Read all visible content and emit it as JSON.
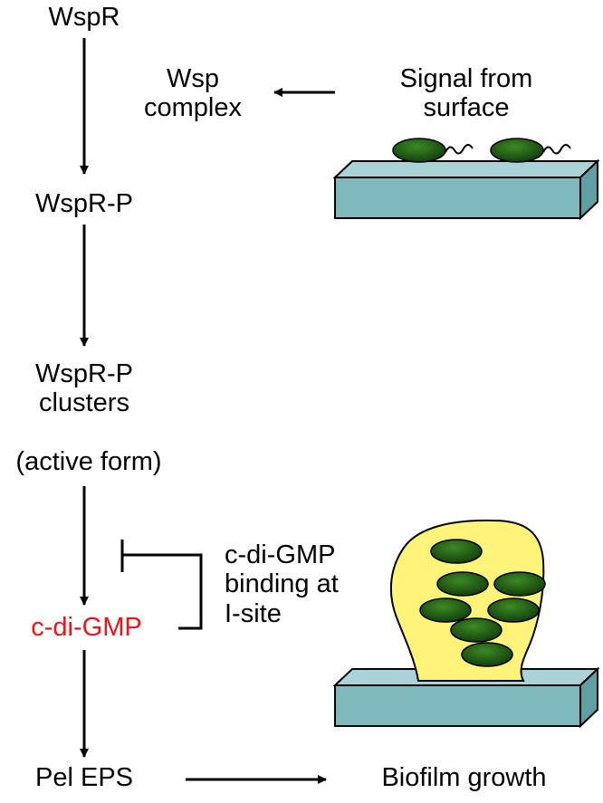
{
  "nodes": {
    "wspr": "WspR",
    "wsp_complex_line1": "Wsp",
    "wsp_complex_line2": "complex",
    "signal_line1": "Signal from",
    "signal_line2": "surface",
    "wspr_p": "WspR-P",
    "clusters_line1": "WspR-P",
    "clusters_line2": "clusters",
    "active_form": "(active form)",
    "inhibition_line1": "c-di-GMP",
    "inhibition_line2": "binding at",
    "inhibition_line3": "I-site",
    "cdigmp": "c-di-GMP",
    "pel_eps": "Pel EPS",
    "biofilm": "Biofilm growth"
  },
  "colors": {
    "text": "#000000",
    "highlight": "#e8161a",
    "surface_top": "#a9d3d6",
    "surface_front": "#7fb8bd",
    "surface_side": "#5f9ea3",
    "bacteria": "#1f5a12",
    "matrix": "#fff37a"
  }
}
